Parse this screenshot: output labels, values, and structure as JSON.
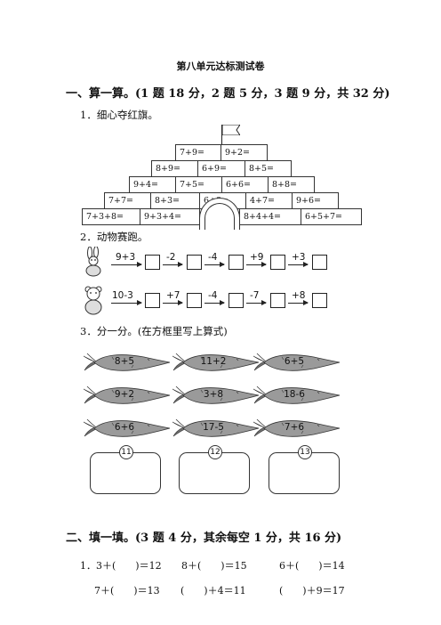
{
  "title": "第八单元达标测试卷",
  "section1": {
    "heading": "一、算一算。(1 题 18 分，2 题 5 分，3 题 9 分，共 32 分)",
    "q1": "1．细心夺红旗。",
    "pyramid": {
      "row1": [
        "7+9=",
        "9+2="
      ],
      "row2": [
        "8+9=",
        "6+9=",
        "8+5="
      ],
      "row3": [
        "9+4=",
        "7+5=",
        "6+6=",
        "8+8="
      ],
      "row4": [
        "7+7=",
        "8+3=",
        "6+8=",
        "4+7=",
        "9+6="
      ],
      "row5": [
        "7+3+8=",
        "9+3+4=",
        "8+4+4=",
        "6+5+7="
      ]
    },
    "q2": "2．动物赛跑。",
    "race1": {
      "start": "9+3",
      "ops": [
        "-2",
        "-4",
        "+9",
        "+3"
      ]
    },
    "race2": {
      "start": "10-3",
      "ops": [
        "+7",
        "-4",
        "-7",
        "+8"
      ]
    },
    "q3": "3．分一分。(在方框里写上算式)",
    "carrots": [
      [
        "8+5",
        "11+2",
        "6+5"
      ],
      [
        "9+2",
        "3+8",
        "18-6"
      ],
      [
        "6+6",
        "17-5",
        "7+6"
      ]
    ],
    "groups": [
      "11",
      "12",
      "13"
    ]
  },
  "section2": {
    "heading": "二、填一填。(3 题 4 分，其余每空 1 分，共 16 分)",
    "line1": [
      "1．3＋(　　)＝12",
      "8＋(　　)＝15",
      "6＋(　　)＝14"
    ],
    "line2": [
      "7＋(　　)＝13",
      "(　　)＋4＝11",
      "(　　)＋9＝17"
    ]
  },
  "colors": {
    "carrot": "#9a9a9a",
    "leaf": "#6e6e6e",
    "flag": "#ffffff"
  }
}
